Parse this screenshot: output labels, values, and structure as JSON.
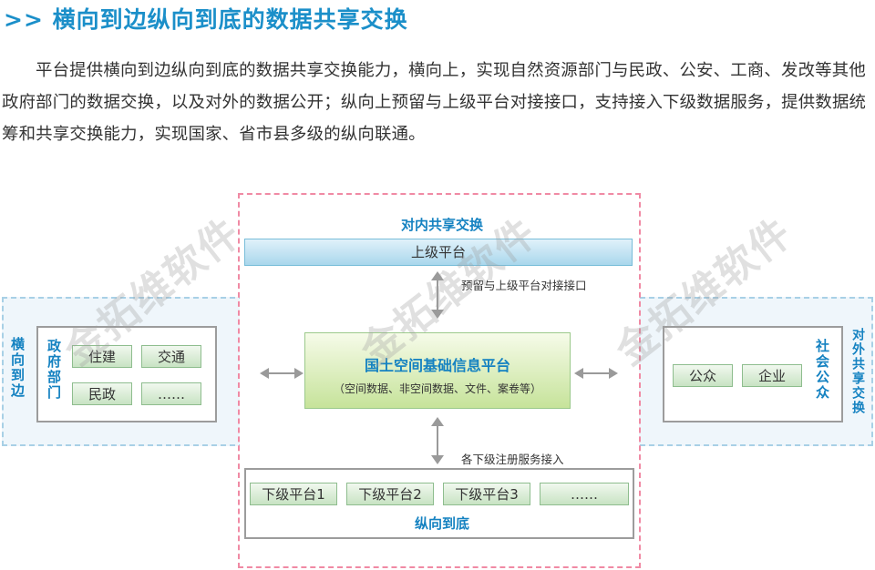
{
  "title": ">> 横向到边纵向到底的数据共享交换",
  "intro": "平台提供横向到边纵向到底的数据共享交换能力，横向上，实现自然资源部门与民政、公安、工商、发改等其他政府部门的数据交换，以及对外的数据公开；纵向上预留与上级平台对接接口，支持接入下级数据服务，提供数据统筹和共享交换能力，实现国家、省市县多级的纵向联通。",
  "diagram": {
    "top_label": "对内共享交换",
    "upper_platform": "上级平台",
    "upper_link_label": "预留与上级平台对接接口",
    "core_title": "国土空间基础信息平台",
    "core_sub": "（空间数据、非空间数据、文件、案卷等）",
    "lower_link_label": "各下级注册服务接入",
    "lower_platforms": [
      "下级平台1",
      "下级平台2",
      "下级平台3",
      "……"
    ],
    "bottom_label": "纵向到底",
    "left_side_label": "横向到边",
    "left_group_label": "政府部门",
    "left_items": [
      "住建",
      "交通",
      "民政",
      "……"
    ],
    "right_group_label": "社会公众",
    "right_side_label": "对外共享交换",
    "right_items": [
      "公众",
      "企业"
    ],
    "watermark": "金拓维软件"
  }
}
